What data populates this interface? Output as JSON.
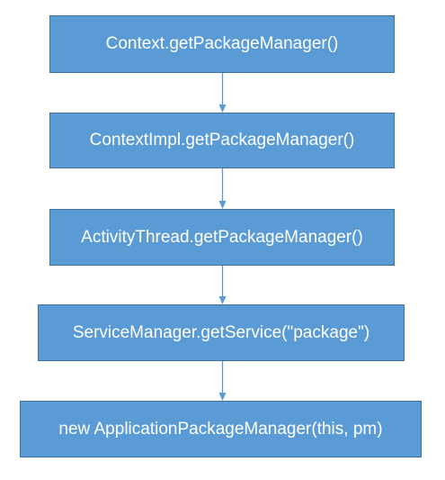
{
  "diagram": {
    "nodes": [
      {
        "id": "n0",
        "label": "Context.getPackageManager()"
      },
      {
        "id": "n1",
        "label": "ContextImpl.getPackageManager()"
      },
      {
        "id": "n2",
        "label": "ActivityThread.getPackageManager()"
      },
      {
        "id": "n3",
        "label": "ServiceManager.getService(\"package\")"
      },
      {
        "id": "n4",
        "label": "new ApplicationPackageManager(this, pm)"
      }
    ],
    "edges": [
      {
        "from": "n0",
        "to": "n1"
      },
      {
        "from": "n1",
        "to": "n2"
      },
      {
        "from": "n2",
        "to": "n3"
      },
      {
        "from": "n3",
        "to": "n4"
      }
    ],
    "colors": {
      "node_fill": "#5b9bd5",
      "node_border": "#41719c",
      "node_text": "#ffffff",
      "arrow": "#5b9bd5"
    }
  }
}
